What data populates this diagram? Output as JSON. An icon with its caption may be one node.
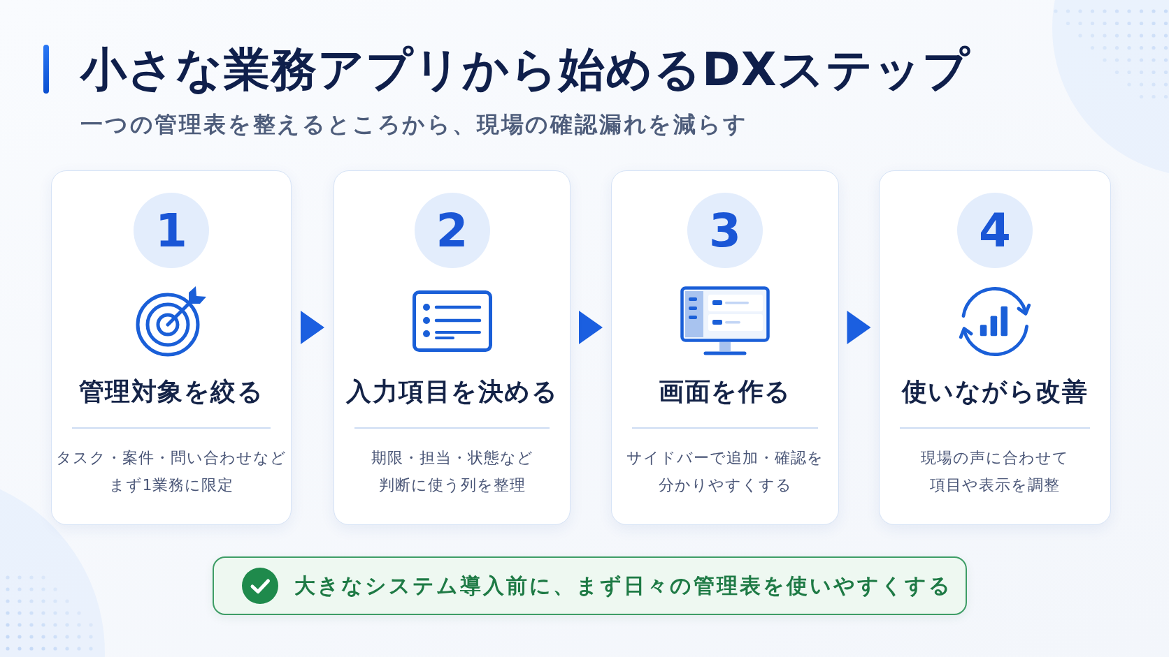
{
  "diagram": {
    "title": "小さな業務アプリから始めるDXステップ",
    "nodes": [
      {
        "text": [
          "管理対象を絞る",
          "タスク・案件・問い合わせなどまず1業務に限定"
        ]
      },
      {
        "text": [
          "1"
        ],
        "in": 0
      },
      {
        "text": [
          "入力項目を決める",
          "期限・担当・状態など判断に使う列を整理"
        ]
      },
      {
        "text": [
          "2"
        ],
        "in": 2
      },
      {
        "text": [
          "画面を作る",
          "サイドバーで追加・確認を分かりやすくする"
        ]
      },
      {
        "text": [
          "3"
        ],
        "in": 4
      },
      {
        "text": [
          "使いながら改善",
          "現場の声に合わせて項目や表示を調整"
        ]
      },
      {
        "text": [
          "4"
        ],
        "in": 6
      },
      {
        "text": [
          "大きなシステム導入前に、まず日々の管理表を使いやすくする"
        ]
      }
    ],
    "edges": [
      {
        "from": 0,
        "to": 2,
        "arrow": "to"
      },
      {
        "from": 2,
        "to": 4,
        "arrow": "to"
      },
      {
        "from": 4,
        "to": 6,
        "arrow": "to"
      }
    ],
    "labels": [
      "一つの管理表を整えるところから、現場の確認漏れを減らす"
    ]
  }
}
